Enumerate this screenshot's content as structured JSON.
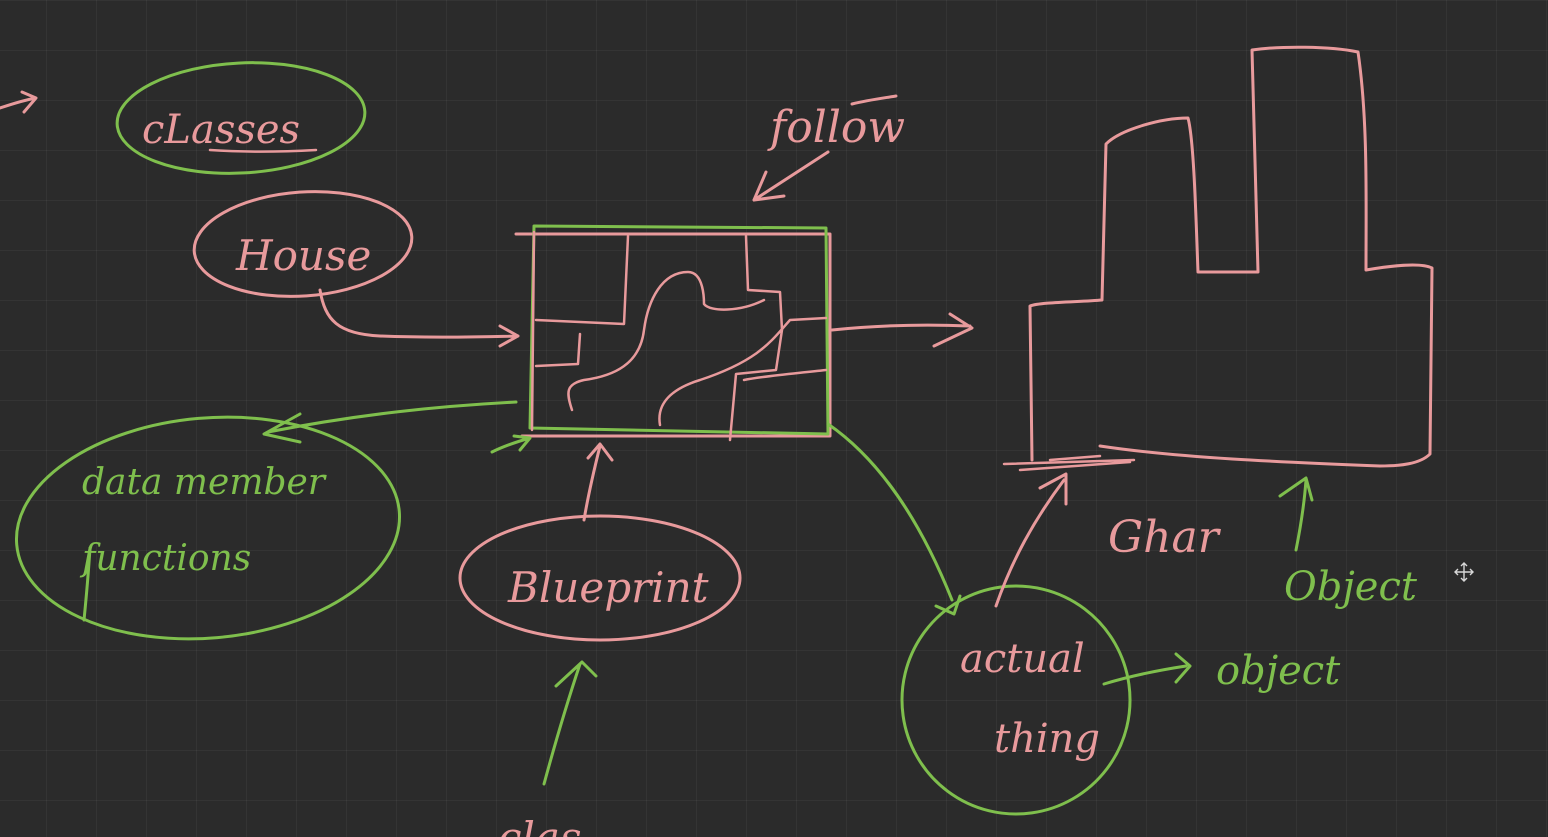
{
  "labels": {
    "classes": "cLasses",
    "house": "House",
    "follow": "follow",
    "data_member": "data member",
    "functions": "functions",
    "blueprint": "Blueprint",
    "class_bottom": "clas",
    "ghar": "Ghar",
    "object_right": "Object",
    "actual": "actual",
    "thing": "thing",
    "object_arrow": "object"
  },
  "colors": {
    "board": "#2b2b2b",
    "pink_ink": "#e89a9c",
    "green_ink": "#7fbf4d"
  },
  "icons": [
    "move-cursor-icon"
  ]
}
